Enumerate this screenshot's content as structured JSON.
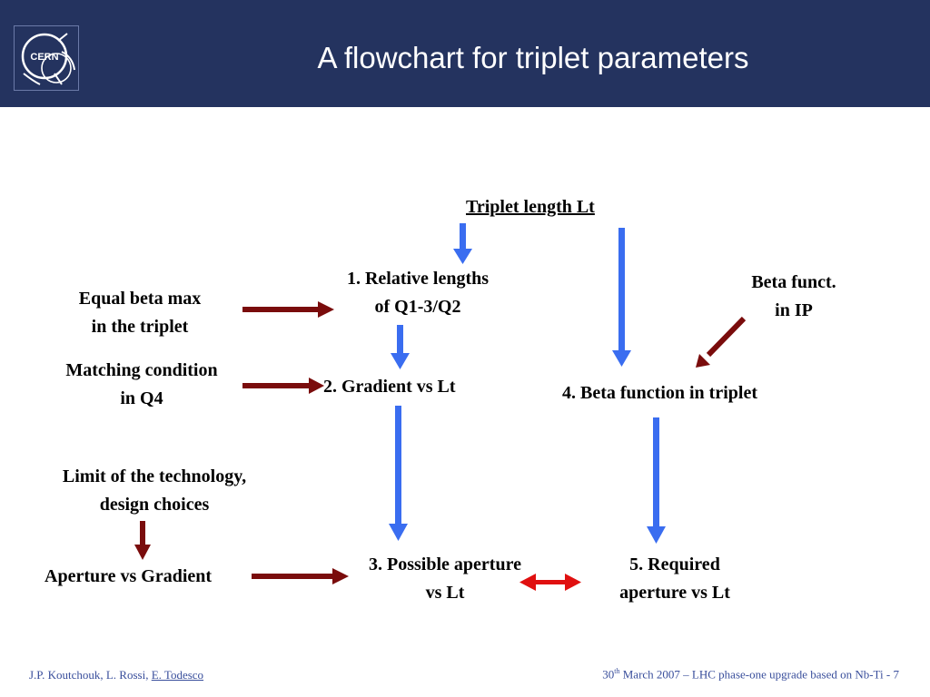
{
  "header": {
    "title": "A flowchart for triplet parameters",
    "logo_text": "CERN"
  },
  "nodes": {
    "triplet_length": "Triplet length Lt",
    "relative_lengths": [
      "1. Relative lengths",
      "of Q1-3/Q2"
    ],
    "equal_beta": [
      "Equal beta max",
      "in the triplet"
    ],
    "beta_ip": [
      "Beta funct.",
      "in IP"
    ],
    "matching": [
      "Matching condition",
      "in Q4"
    ],
    "gradient": "2. Gradient vs Lt",
    "beta_function": "4. Beta function in triplet",
    "limit_tech": [
      "Limit of the technology,",
      "design choices"
    ],
    "aperture_gradient": "Aperture vs Gradient",
    "possible_aperture": [
      "3. Possible aperture",
      "vs Lt"
    ],
    "required_aperture": [
      "5. Required",
      "aperture vs Lt"
    ]
  },
  "colors": {
    "header_bg": "#24335f",
    "blue_arrow": "#3a6df0",
    "dark_red_arrow": "#7a0c0c",
    "red_arrow": "#e01010",
    "footer_text": "#3a4f9c"
  },
  "footer": {
    "authors_prefix": "J.P. Koutchouk, L. Rossi, ",
    "authors_underlined": "E. Todesco",
    "date_num": "30",
    "date_sup": "th",
    "date_rest": " March 2007 – LHC phase-one upgrade based on Nb-Ti  - 7"
  }
}
